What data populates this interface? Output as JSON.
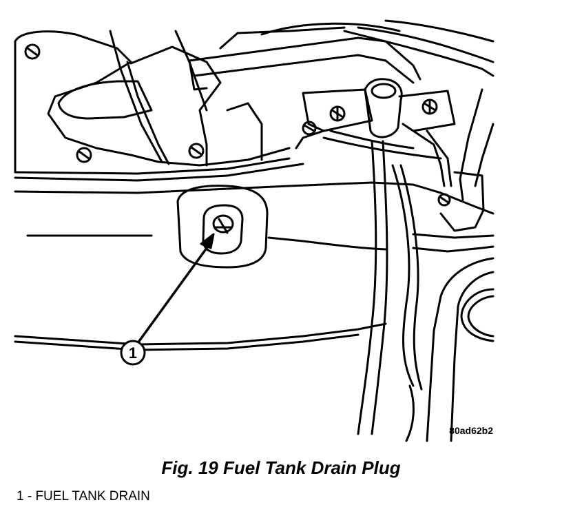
{
  "figure": {
    "caption": "Fig. 19 Fuel Tank Drain Plug",
    "drawing_id": "80ad62b2",
    "callouts": [
      {
        "number": "1",
        "label": "1 - FUEL TANK DRAIN"
      }
    ]
  }
}
